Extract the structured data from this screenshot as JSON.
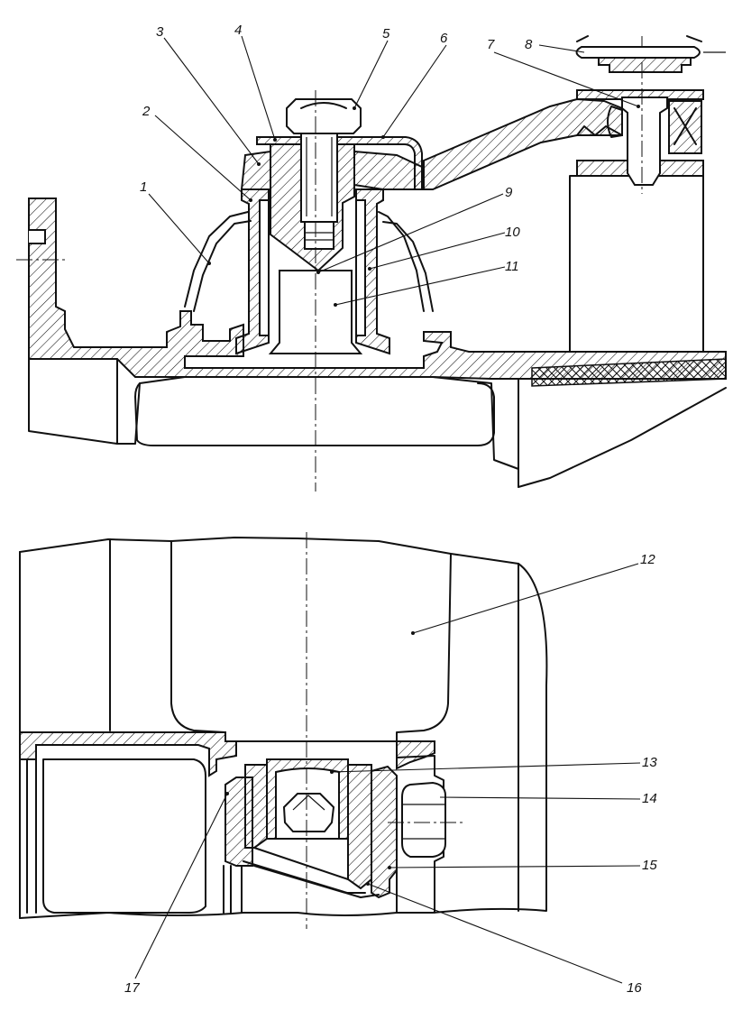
{
  "labels": [
    {
      "text": "1"
    },
    {
      "text": "2"
    },
    {
      "text": "3"
    },
    {
      "text": "4"
    },
    {
      "text": "5"
    },
    {
      "text": "6"
    },
    {
      "text": "7"
    },
    {
      "text": "8"
    },
    {
      "text": "9"
    },
    {
      "text": "10"
    },
    {
      "text": "11"
    },
    {
      "text": "12"
    },
    {
      "text": "13"
    },
    {
      "text": "14"
    },
    {
      "text": "15"
    },
    {
      "text": "16"
    },
    {
      "text": "17"
    }
  ]
}
